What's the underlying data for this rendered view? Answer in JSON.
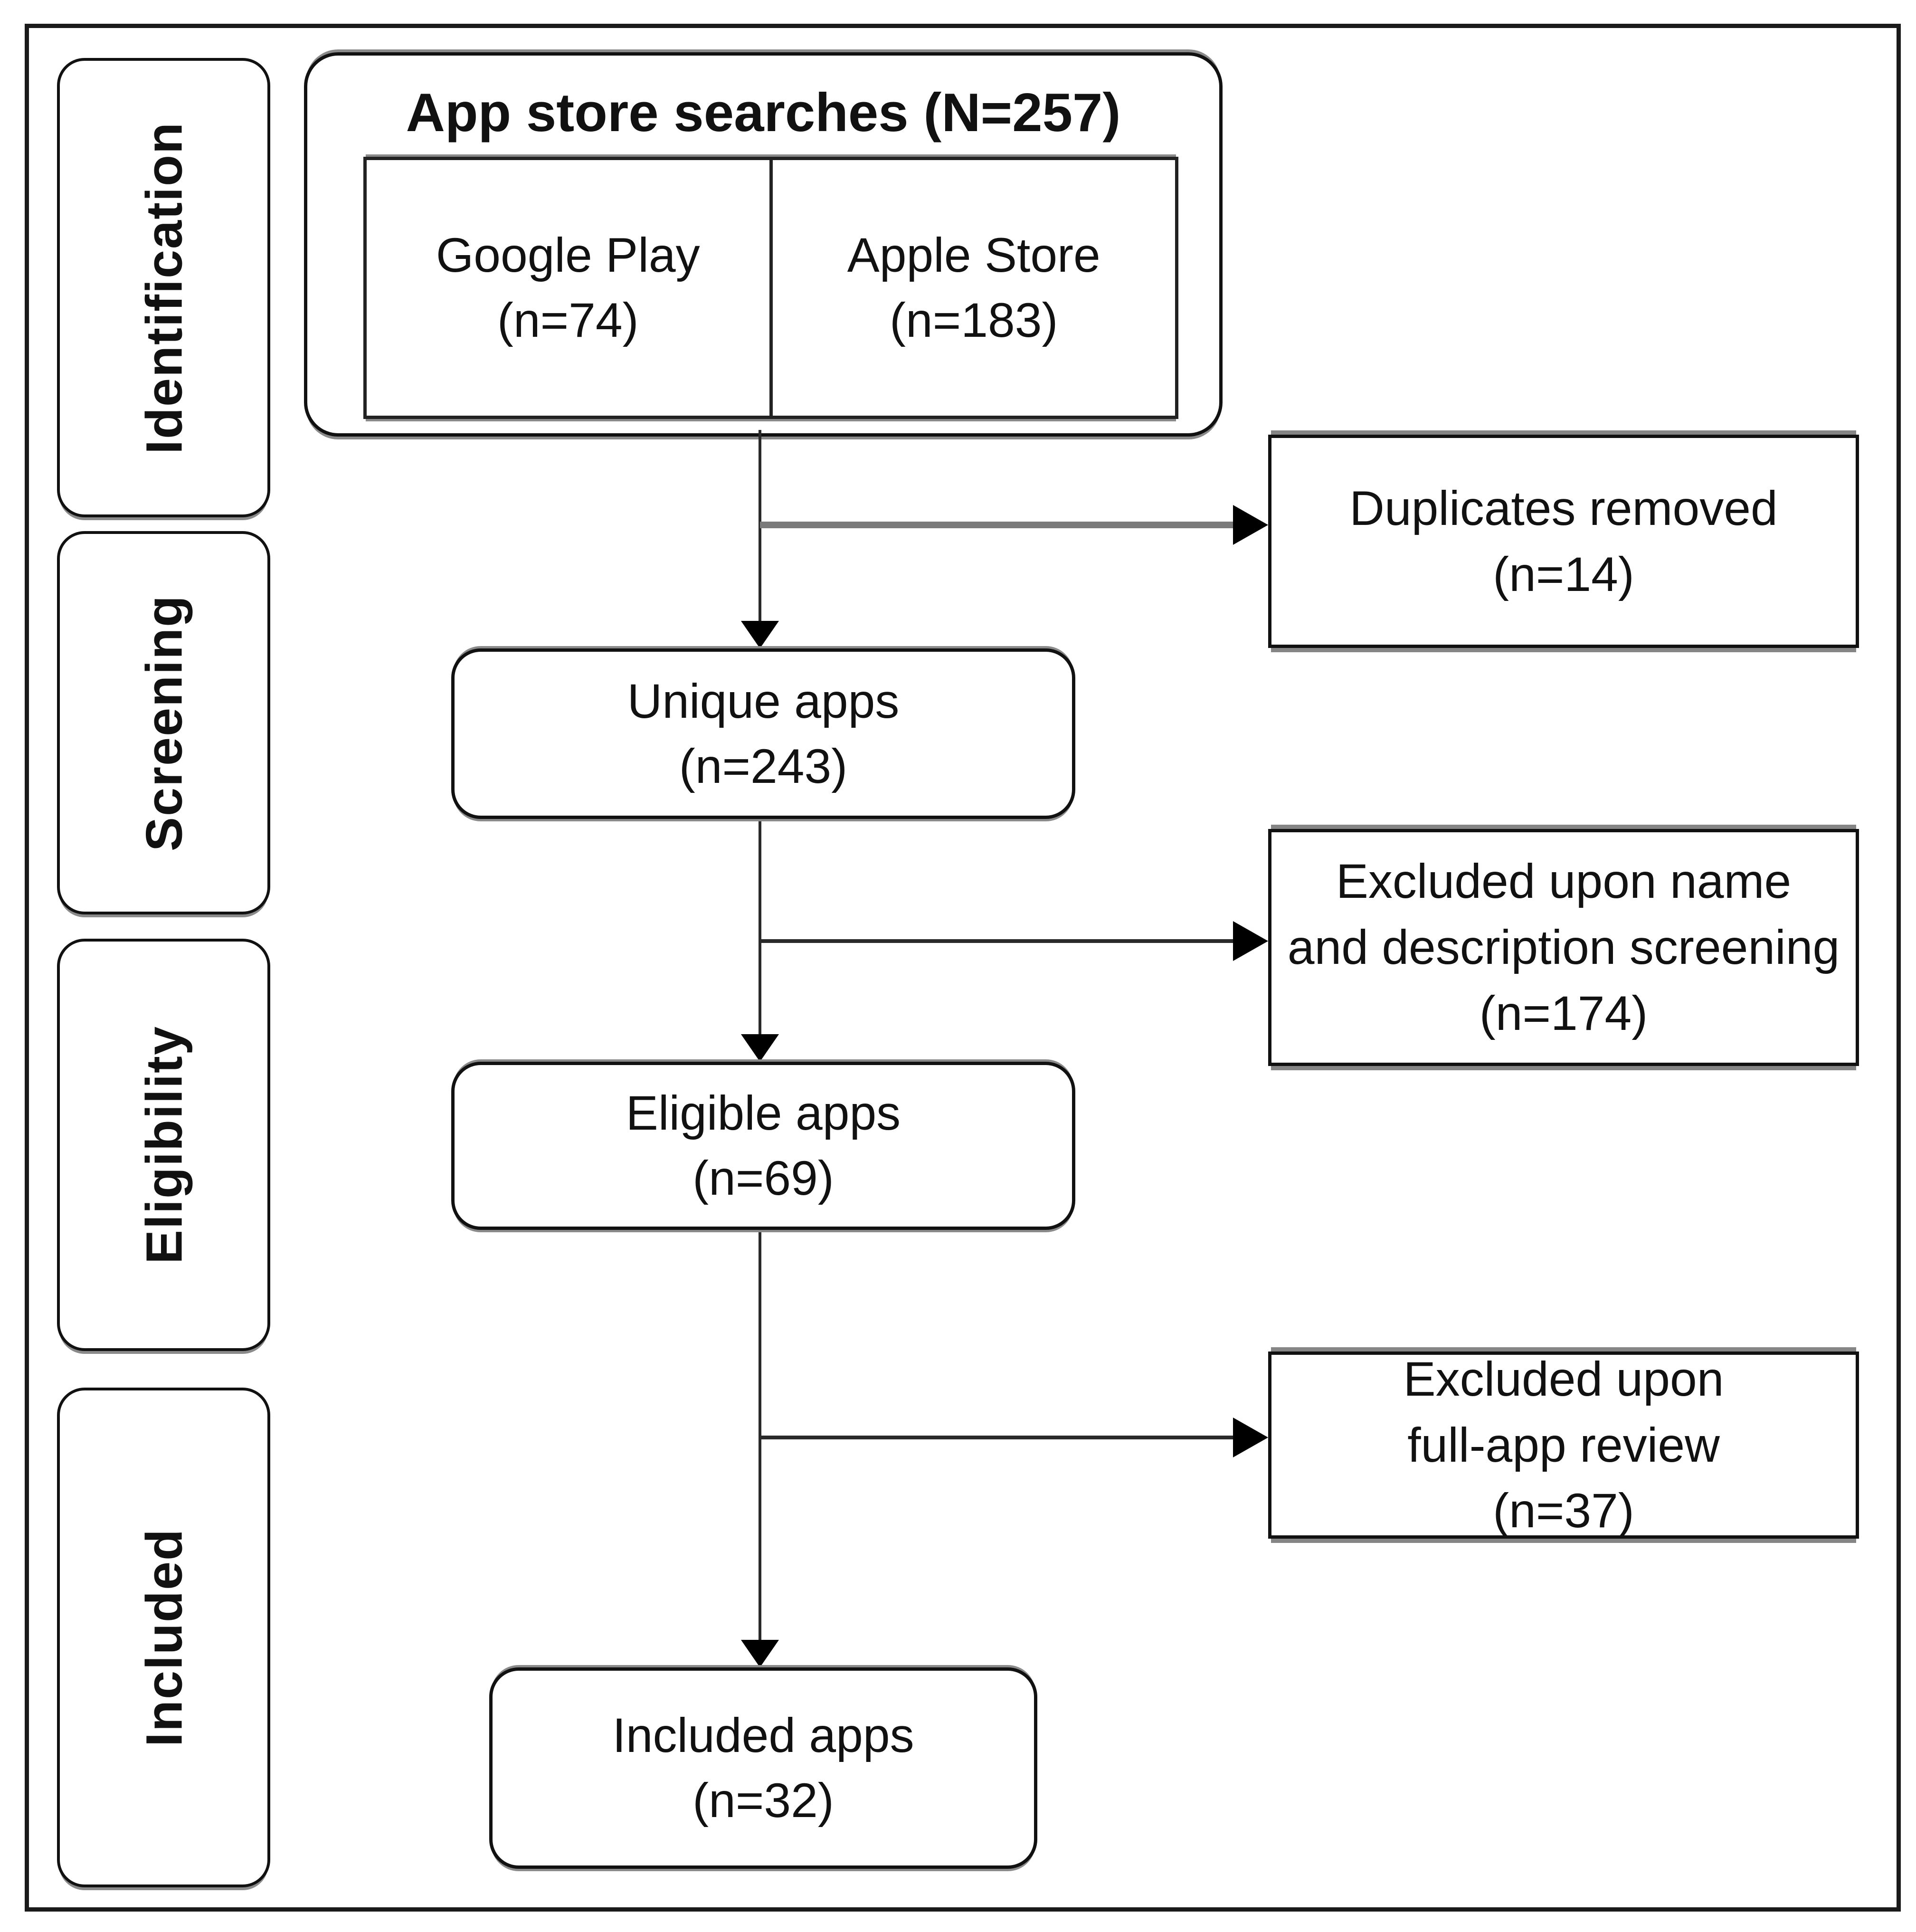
{
  "colors": {
    "background": "#ffffff",
    "border": "#111111",
    "frame": "#1a1a1a",
    "shadow": "#858585",
    "text": "#111111"
  },
  "sidebar": {
    "stages": [
      {
        "label": "Identification"
      },
      {
        "label": "Screening"
      },
      {
        "label": "Eligibility"
      },
      {
        "label": "Included"
      }
    ]
  },
  "flow": {
    "top_box": {
      "title": "App store searches (N=257)",
      "sources": [
        {
          "name": "Google Play",
          "count": "(n=74)"
        },
        {
          "name": "Apple Store",
          "count": "(n=183)"
        }
      ]
    },
    "main_boxes": [
      {
        "label": "Unique apps",
        "count": "(n=243)"
      },
      {
        "label": "Eligible apps",
        "count": "(n=69)"
      },
      {
        "label": "Included apps",
        "count": "(n=32)"
      }
    ],
    "side_boxes": [
      {
        "lines": [
          "Duplicates removed",
          "(n=14)"
        ]
      },
      {
        "lines": [
          "Excluded upon name",
          "and description screening",
          "(n=174)"
        ]
      },
      {
        "lines": [
          "Excluded upon",
          "full-app review",
          "(n=37)"
        ]
      }
    ]
  }
}
